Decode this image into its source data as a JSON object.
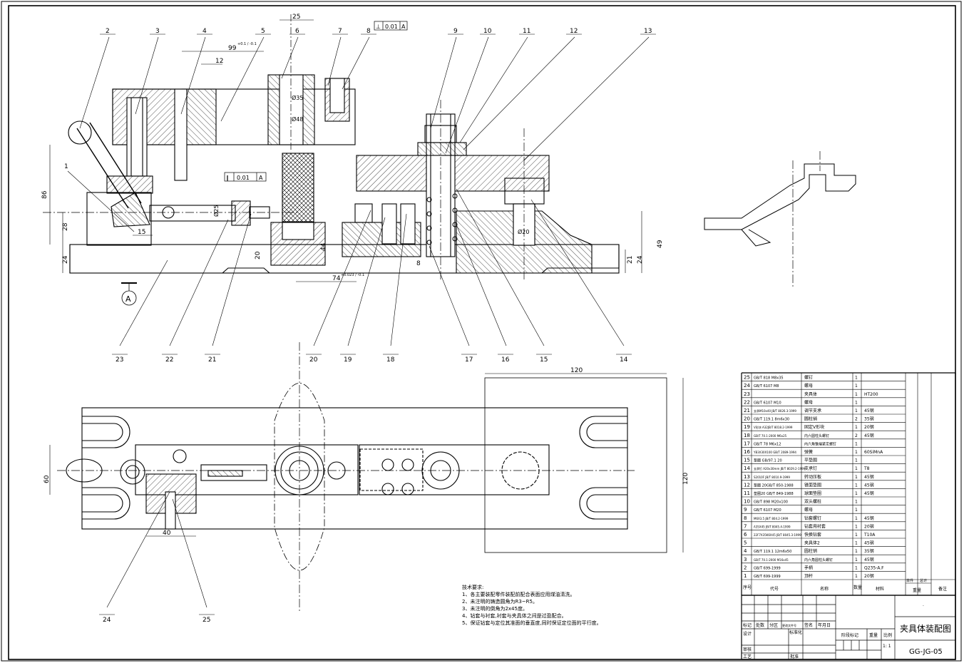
{
  "drawing": {
    "title": "夹具体装配图",
    "drawing_number": "GG-JG-05",
    "scale_value": "1: 1",
    "title_dot": "."
  },
  "balloons": [
    "1",
    "2",
    "3",
    "4",
    "5",
    "6",
    "7",
    "8",
    "9",
    "10",
    "11",
    "12",
    "13",
    "14",
    "15",
    "16",
    "17",
    "18",
    "19",
    "20",
    "21",
    "22",
    "23",
    "24",
    "25"
  ],
  "dimensions": {
    "d25": "25",
    "d99": "99",
    "d99_tol": "+0.1 / -0.1",
    "d12": "12",
    "d86": "86",
    "d28": "28",
    "d24": "24",
    "d15": "15",
    "d20": "20",
    "d44": "44",
    "d74": "74",
    "d74_tol": "+0.023 / -0.1",
    "d8": "8",
    "d49": "49",
    "d21": "21",
    "d24b": "24",
    "dia35": "Ø35",
    "dia48": "Ø48",
    "dia25": "Ø25",
    "dia20": "Ø20",
    "d120_top": "120",
    "d120_side": "120",
    "d60": "60",
    "d40": "40"
  },
  "tolerance_frames": [
    {
      "sym": "⊥",
      "value": "0.01",
      "datum": "A"
    },
    {
      "sym": "∥",
      "value": "0.01",
      "datum": "A"
    }
  ],
  "section_marker": "A",
  "tech_requirements": {
    "heading": "技术要求:",
    "lines": [
      "1、各主要装配零件装配前配合表面应用煤油清洗。",
      "2、未注明的铸造圆角为R3~R5。",
      "3、未注明的倒角为2x45度。",
      "4、钻套与衬套,衬套与夹具体之间是过盈配合。",
      "5、保证钻套与定位其准面的垂直度,同时保证定位面的平行度。"
    ]
  },
  "bom": {
    "rows": [
      {
        "no": "25",
        "code": "GB/T 818 M8x35",
        "name": "螺钉",
        "qty": "1",
        "material": ""
      },
      {
        "no": "24",
        "code": "GB/T 6107 M8",
        "name": "螺母",
        "qty": "1",
        "material": ""
      },
      {
        "no": "23",
        "code": "",
        "name": "夹具体",
        "qty": "1",
        "material": "HT200"
      },
      {
        "no": "22",
        "code": "GB/T 6107 M10",
        "name": "螺母",
        "qty": "1",
        "material": ""
      },
      {
        "no": "21",
        "code": "支承M10x40 JB/T 8026.3-1999",
        "name": "调节支承",
        "qty": "1",
        "material": "45钢"
      },
      {
        "no": "20",
        "code": "GB/T 119.1 8m6x30",
        "name": "圆柱销",
        "qty": "2",
        "material": "35钢"
      },
      {
        "no": "19",
        "code": "V形块 A32JB/T 8018.2-1999",
        "name": "固定V形块",
        "qty": "1",
        "material": "20钢"
      },
      {
        "no": "18",
        "code": "GB/T 70.1-2000 M6x25",
        "name": "内六圆柱头螺钉",
        "qty": "2",
        "material": "45钢"
      },
      {
        "no": "17",
        "code": "GB/T 78 M6x12",
        "name": "内六角锥端紧定螺钉",
        "qty": "1",
        "material": ""
      },
      {
        "no": "16",
        "code": "YB3X30X100 GB/T 2089-1994",
        "name": "弹簧",
        "qty": "1",
        "material": "60SiMnA"
      },
      {
        "no": "15",
        "code": "垫圈 GB/97.1 20",
        "name": "平垫圈",
        "qty": "1",
        "material": ""
      },
      {
        "no": "14",
        "code": "支承钉 A20x30mm JB/T 8029.2-1999",
        "name": "支承钉",
        "qty": "1",
        "material": "T8"
      },
      {
        "no": "13",
        "code": "S2010F JB/T 8010.9-1999",
        "name": "转动压板",
        "qty": "1",
        "material": "45钢"
      },
      {
        "no": "12",
        "code": "垫圈 20GB/T 850-1988",
        "name": "锥面垫圈",
        "qty": "1",
        "material": "45钢"
      },
      {
        "no": "11",
        "code": "垫圈20 GB/T 849-1988",
        "name": "球面垫圈",
        "qty": "1",
        "material": "45钢"
      },
      {
        "no": "10",
        "code": "GB/T 898 M20x100",
        "name": "双头螺柱",
        "qty": "1",
        "material": ""
      },
      {
        "no": "9",
        "code": "GB/T 6107 M20",
        "name": "螺母",
        "qty": "1",
        "material": ""
      },
      {
        "no": "8",
        "code": "M6X3.5 JB/T 804.2-1999",
        "name": "钻套螺钉",
        "qty": "1",
        "material": "45钢"
      },
      {
        "no": "7",
        "code": "A35X45 JB/T 8045.4-1999",
        "name": "钻套用衬套",
        "qty": "1",
        "material": "20钢"
      },
      {
        "no": "6",
        "code": "22F7X35K6X45 JB/T 8045.3-1999",
        "name": "快换钻套",
        "qty": "1",
        "material": "T10A"
      },
      {
        "no": "5",
        "code": "",
        "name": "夹具体2",
        "qty": "1",
        "material": "45钢"
      },
      {
        "no": "4",
        "code": "GB/T 119.1 12m6x50",
        "name": "圆柱销",
        "qty": "1",
        "material": "35钢"
      },
      {
        "no": "3",
        "code": "GB/T 70.1-2000 M16x45",
        "name": "内六角圆柱头螺钉",
        "qty": "1",
        "material": "45钢"
      },
      {
        "no": "2",
        "code": "GB/T 699-1999",
        "name": "手柄",
        "qty": "1",
        "material": "Q235-A.F"
      },
      {
        "no": "1",
        "code": "GB/T 699-1999",
        "name": "顶杆",
        "qty": "1",
        "material": "20钢"
      }
    ],
    "header": {
      "no": "序号",
      "code": "代号",
      "name": "名称",
      "qty": "数量",
      "material": "材料",
      "single": "单件",
      "total": "总计",
      "weight": "重量",
      "remark": "备注"
    }
  },
  "title_block": {
    "mark": "标记",
    "count": "处数",
    "zone": "分区",
    "change_doc": "更改文件号",
    "sign": "签名",
    "date": "年月日",
    "design": "设计",
    "standardize": "标准化",
    "stage_mark": "阶段标记",
    "weight": "重量",
    "scale": "比例",
    "review": "审核",
    "process": "工艺",
    "approve": "批准"
  }
}
